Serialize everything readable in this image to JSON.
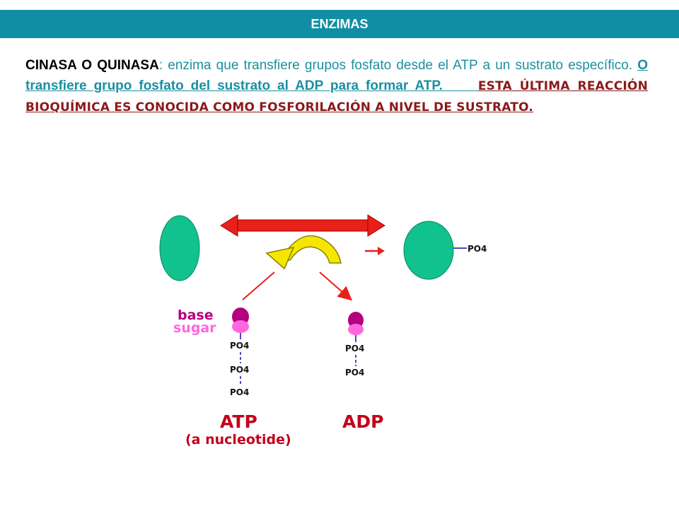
{
  "header": {
    "title": "ENZIMAS"
  },
  "definition": {
    "term": "CINASA O QUINASA",
    "colon": ":",
    "description": " enzima que transfiere grupos fosfato desde el ATP a un sustrato específico. ",
    "alternative": "O transfiere grupo fosfato del sustrato al ADP para formar ATP.",
    "spacer": "     ",
    "note": "ESTA ÚLTIMA REACCIÓN BIOQUÍMICA ES CONOCIDA COMO FOSFORILACIÓN A NIVEL DE SUSTRATO."
  },
  "diagram": {
    "phosphate_label": "PO4",
    "base_label": "base",
    "sugar_label": "sugar",
    "atp_label": "ATP",
    "atp_sublabel": "(a nucleotide)",
    "adp_label": "ADP",
    "colors": {
      "substrate": "#11c28e",
      "base": "#b5007f",
      "sugar": "#ff66e0",
      "phosphate_link": "#4a4ac8",
      "red_arrow": "#e8201a",
      "yellow_arrow": "#f5e600",
      "atp_label": "#c4001a",
      "sugar_text": "#ff66e0",
      "base_text": "#b5007f"
    }
  }
}
